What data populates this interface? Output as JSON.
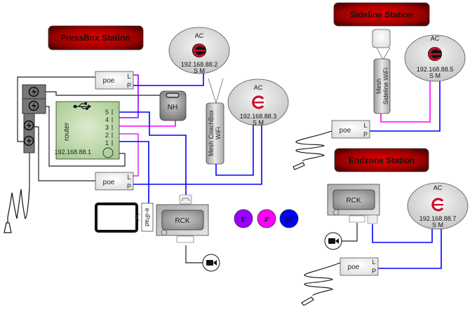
{
  "stations": {
    "pressbox": {
      "title": "PressBox Station"
    },
    "sideline": {
      "title": "Sideline Station"
    },
    "endzone": {
      "title": "Endzone Station"
    }
  },
  "access_points": [
    {
      "label": "AC",
      "ip": "192.168.88.2",
      "ports": "S M"
    },
    {
      "label": "AC",
      "ip": "192.168.88.3",
      "ports": "S M"
    },
    {
      "label": "AC",
      "ip": "192.168.88.5",
      "ports": "S M"
    },
    {
      "label": "AC",
      "ip": "192.168.88.7",
      "ports": "S M"
    }
  ],
  "poe": {
    "label": "poe",
    "port_l": "L",
    "port_p": "P"
  },
  "router": {
    "label": "router",
    "ip": "192.168.88.1",
    "ports": [
      "5",
      "4",
      "3",
      "2",
      "1"
    ]
  },
  "nh": {
    "label": "NH"
  },
  "mesh": {
    "coachbox": {
      "line1": "Mesh CoachBox",
      "line2": "WiFi"
    },
    "sideline": {
      "line1": "Mesh",
      "line2": "Sideline WiFi"
    }
  },
  "rck": {
    "label": "RCK"
  },
  "ipad": {
    "label": "e-iPad"
  },
  "legend": {
    "items": [
      {
        "label": "1'",
        "color": "#9900ff"
      },
      {
        "label": "3'",
        "color": "#ff00ff"
      },
      {
        "label": "10'",
        "color": "#0000ff"
      }
    ]
  },
  "colors": {
    "station_banner": "#cc0000",
    "cable_1ft": "#9900ff",
    "cable_3ft": "#ff00ff",
    "cable_10ft": "#0000ff",
    "router_fill": "#b5d5a0",
    "logo_red": "#c8102e"
  }
}
